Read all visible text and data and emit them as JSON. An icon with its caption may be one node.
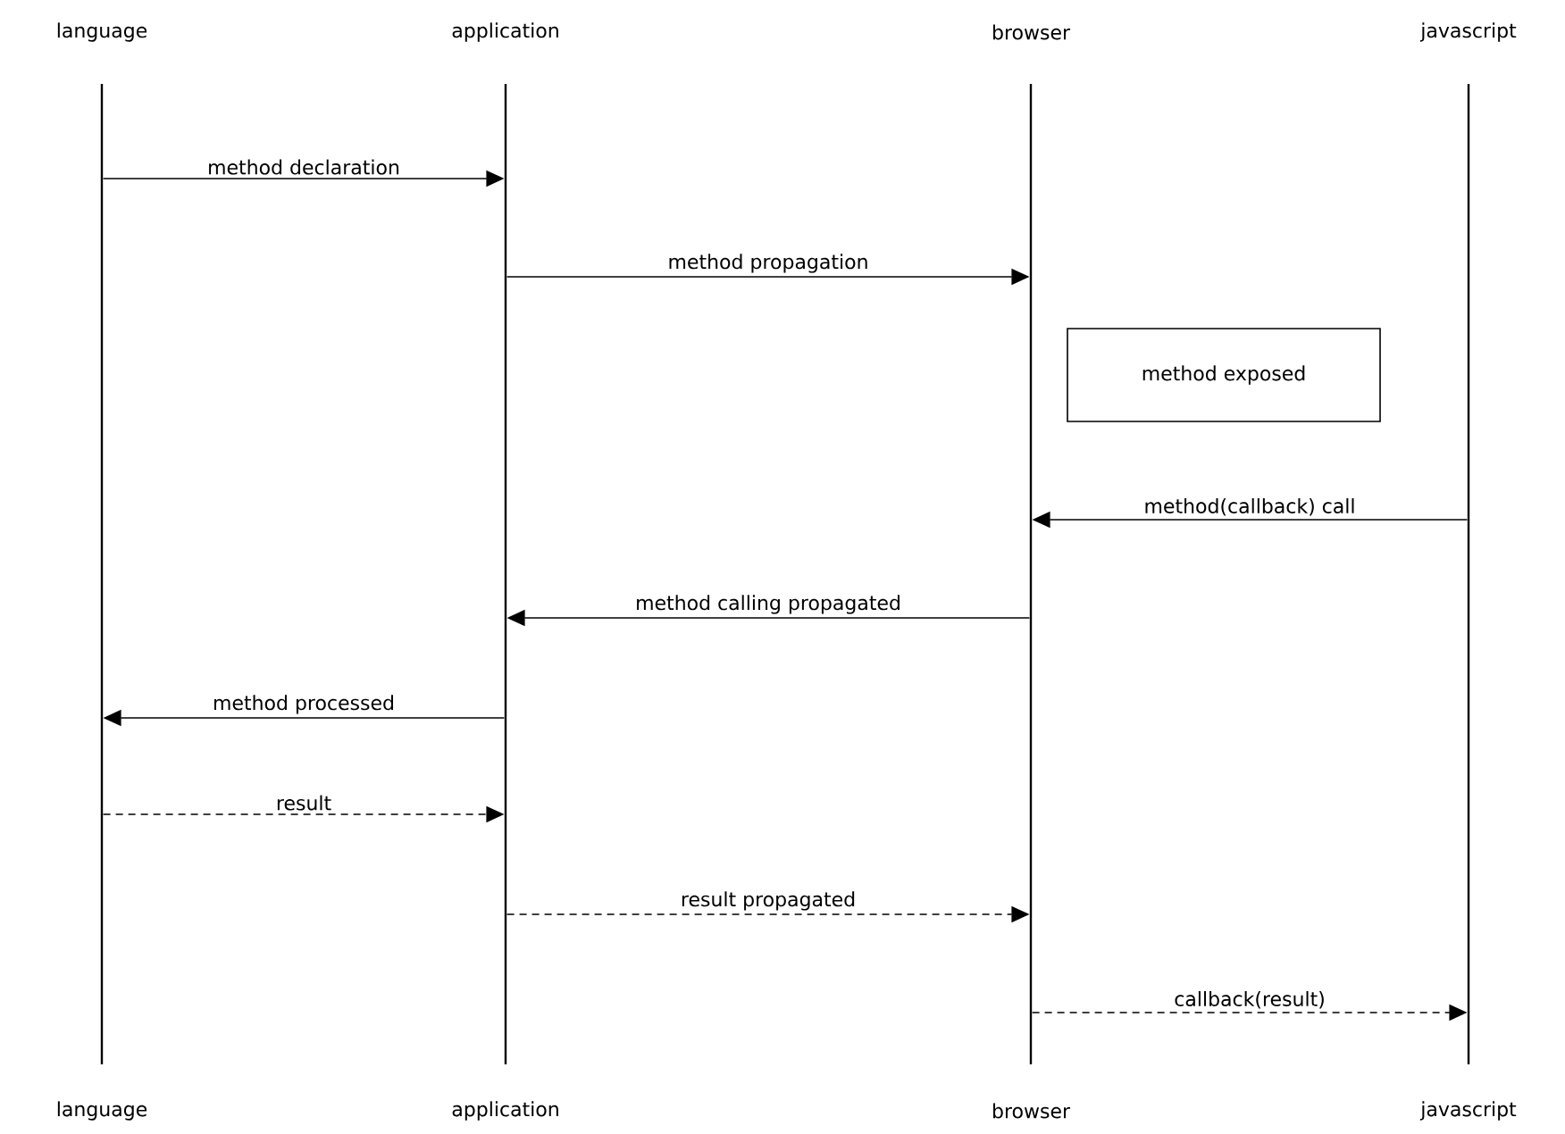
{
  "diagram": {
    "nodes": [
      {
        "text": [
          "language",
          "language"
        ]
      },
      {
        "text": [
          "application",
          "application"
        ]
      },
      {
        "text": [
          "browser",
          "browser"
        ]
      },
      {
        "text": [
          "javascript",
          "javascript"
        ]
      },
      {
        "text": [
          "method exposed"
        ]
      }
    ],
    "edges": [
      {
        "from": 0,
        "to": 1,
        "arrow": "to",
        "label": "method declaration"
      },
      {
        "from": 1,
        "to": 2,
        "arrow": "to",
        "label": "method propagation"
      },
      {
        "from": 3,
        "to": 2,
        "arrow": "to",
        "label": "method(callback) call"
      },
      {
        "from": 2,
        "to": 1,
        "arrow": "to",
        "label": "method calling propagated"
      },
      {
        "from": 1,
        "to": 0,
        "arrow": "to",
        "label": "method processed"
      },
      {
        "from": 0,
        "to": 1,
        "arrow": "to",
        "label": "result",
        "style": "dashed"
      },
      {
        "from": 1,
        "to": 2,
        "arrow": "to",
        "label": "result propagated",
        "style": "dashed"
      },
      {
        "from": 2,
        "to": 3,
        "arrow": "to",
        "label": "callback(result)",
        "style": "dashed"
      }
    ]
  }
}
